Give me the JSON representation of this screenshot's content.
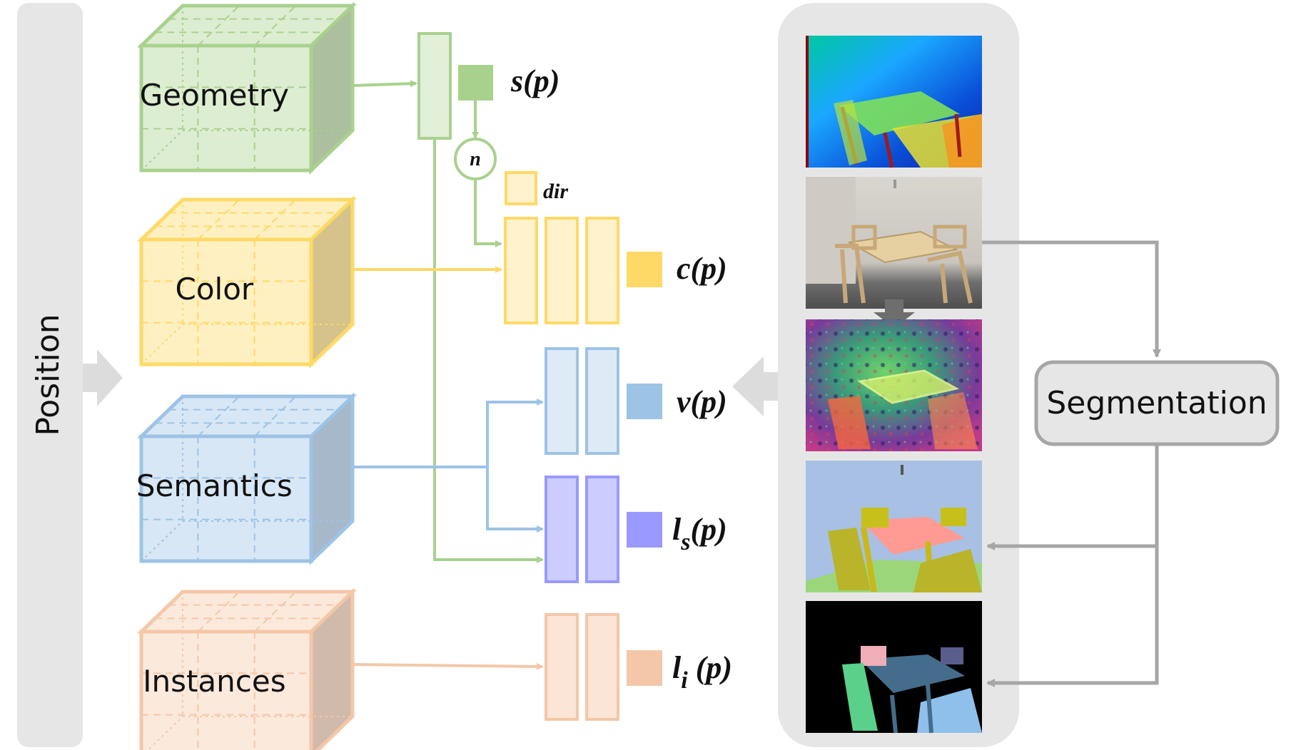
{
  "position_label": "Position",
  "segmentation_label": "Segmentation",
  "grids": [
    {
      "label": "Geometry",
      "color": "#a9d18e"
    },
    {
      "label": "Color",
      "color": "#ffd966"
    },
    {
      "label": "Semantics",
      "color": "#9dc3e6"
    },
    {
      "label": "Instances",
      "color": "#f4c7a8"
    }
  ],
  "outputs": {
    "s": "s(p)",
    "c": "c(p)",
    "v": "v(p)",
    "ls_base": "l",
    "ls_sub": "s",
    "ls_arg": "(p)",
    "li_base": "l",
    "li_sub": "i",
    "li_arg": " (p)"
  },
  "normal_label": "n",
  "dir_label": "dir",
  "images": [
    "depth-image",
    "rgb-image",
    "feature-image",
    "semantic-image",
    "instance-image"
  ],
  "colors": {
    "geometry": "#a9d18e",
    "color": "#ffd966",
    "semantics": "#9dc3e6",
    "semantics_logit": "#9999ff",
    "instances": "#f4c7a8",
    "panel": "#e6e6e6",
    "gray_arrow": "#a6a6a6"
  }
}
